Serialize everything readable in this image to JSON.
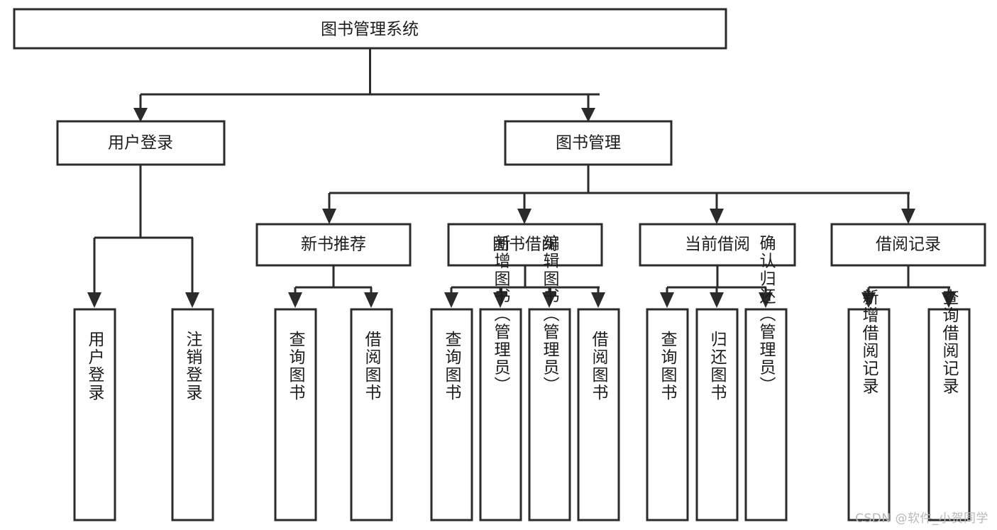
{
  "diagram": {
    "type": "hierarchy-tree",
    "title": "图书管理系统",
    "watermark": "CSDN @软件_小贺同学",
    "colors": {
      "stroke": "#2b2b2b",
      "fill": "#ffffff",
      "text": "#1c1c1c",
      "watermark": "#b9b9b9",
      "background": "#ffffff"
    },
    "levels": {
      "level0": [
        "图书管理系统"
      ],
      "level1": [
        "用户登录",
        "图书管理"
      ],
      "level2": [
        "新书推荐",
        "图书借阅",
        "当前借阅",
        "借阅记录"
      ],
      "level3": [
        "用户登录",
        "注销登录",
        "查询图书",
        "借阅图书",
        "查询图书",
        "新增图书（管理员）",
        "编辑图书（管理员）",
        "借阅图书",
        "查询图书",
        "归还图书",
        "确认归还（管理员）",
        "新增借阅记录",
        "查询借阅记录"
      ]
    },
    "root": {
      "id": "root",
      "label": "图书管理系统"
    },
    "branches": [
      {
        "id": "user-login",
        "label": "用户登录",
        "children": [
          {
            "id": "user-login-do",
            "label": "用户登录"
          },
          {
            "id": "user-logout",
            "label": "注销登录"
          }
        ]
      },
      {
        "id": "book-management",
        "label": "图书管理",
        "groups": [
          {
            "id": "new-book-recommend",
            "label": "新书推荐",
            "children": [
              {
                "id": "nbr-query-book",
                "label": "查询图书"
              },
              {
                "id": "nbr-borrow-book",
                "label": "借阅图书"
              }
            ]
          },
          {
            "id": "book-borrow",
            "label": "图书借阅",
            "children": [
              {
                "id": "bb-query-book",
                "label": "查询图书"
              },
              {
                "id": "bb-add-book",
                "label": "新增图书（管理员）"
              },
              {
                "id": "bb-edit-book",
                "label": "编辑图书（管理员）"
              },
              {
                "id": "bb-borrow-book",
                "label": "借阅图书"
              }
            ]
          },
          {
            "id": "current-borrow",
            "label": "当前借阅",
            "children": [
              {
                "id": "cb-query-book",
                "label": "查询图书"
              },
              {
                "id": "cb-return-book",
                "label": "归还图书"
              },
              {
                "id": "cb-confirm-return",
                "label": "确认归还（管理员）"
              }
            ]
          },
          {
            "id": "borrow-record",
            "label": "借阅记录",
            "children": [
              {
                "id": "br-add-record",
                "label": "新增借阅记录"
              },
              {
                "id": "br-query-record",
                "label": "查询借阅记录"
              }
            ]
          }
        ]
      }
    ]
  }
}
